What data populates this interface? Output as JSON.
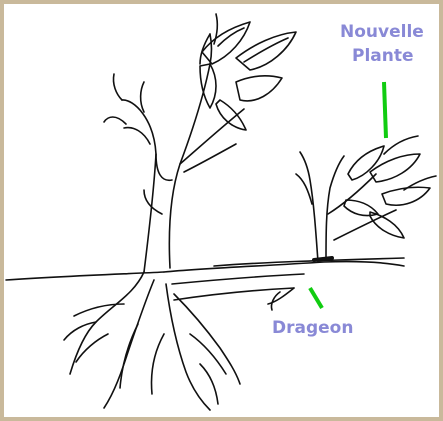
{
  "labels": {
    "new_plant_line1": "Nouvelle",
    "new_plant_line2": "Plante",
    "sucker": "Drageon"
  },
  "colors": {
    "frame": "#c9b99b",
    "background": "#ffffff",
    "label_text": "#8989d6",
    "pointer_line": "#11cc11",
    "ink": "#111111"
  },
  "icons": {
    "parent_tree": "tree-drawing",
    "new_plant": "sapling-drawing",
    "roots": "root-system-drawing"
  }
}
